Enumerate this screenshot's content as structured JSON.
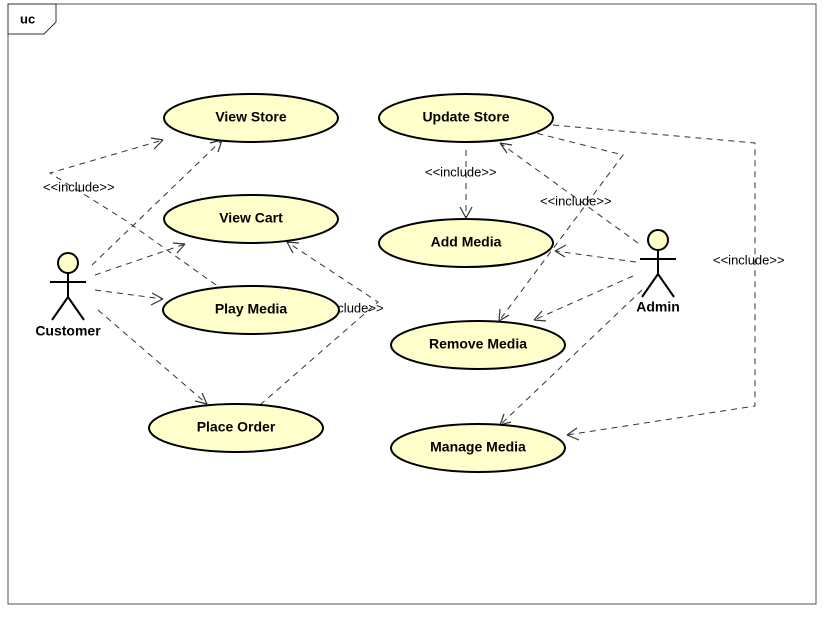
{
  "frame": {
    "label": "uc"
  },
  "actors": {
    "customer": "Customer",
    "admin": "Admin"
  },
  "use_cases": {
    "view_store": "View Store",
    "view_cart": "View Cart",
    "play_media": "Play Media",
    "place_order": "Place Order",
    "update_store": "Update Store",
    "add_media": "Add Media",
    "remove_media": "Remove Media",
    "manage_media": "Manage Media"
  },
  "stereotypes": {
    "include_left": "<<include>>",
    "include_center": "<<include>>",
    "include_update_add": "<<include>>",
    "include_update_remove": "<<include>>",
    "include_right": "<<include>>"
  },
  "colors": {
    "use_case_fill": "#ffffcc",
    "outline": "#000000",
    "connector": "#333333"
  }
}
